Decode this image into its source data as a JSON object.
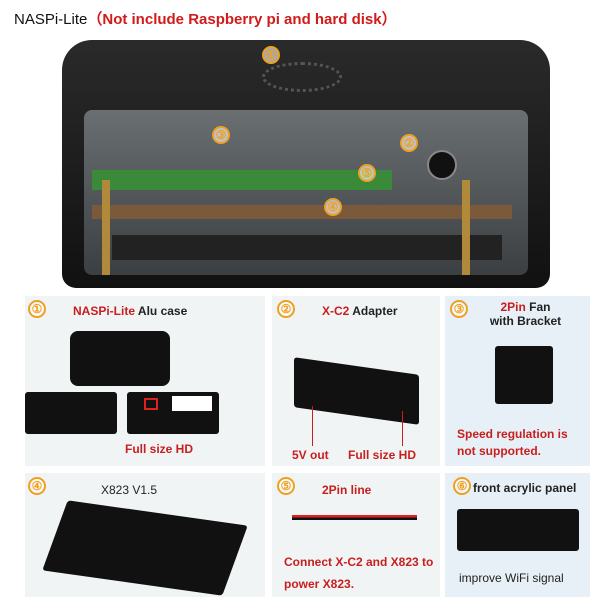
{
  "title": {
    "prefix": "NASPi-Lite",
    "note": "（Not include Raspberry pi and hard disk）"
  },
  "hero": {
    "markers": [
      "①",
      "②",
      "③",
      "④",
      "⑤"
    ]
  },
  "panels": [
    {
      "num": "①",
      "name_red": "NASPi-Lite",
      "name": " Alu case",
      "callout": "Full size HD"
    },
    {
      "num": "②",
      "name_red": "X-C2",
      "name": " Adapter",
      "callouts": [
        "5V out",
        "Full size HD"
      ]
    },
    {
      "num": "③",
      "name_red": "2Pin",
      "name": " Fan",
      "name2": "with Bracket",
      "note": "Speed regulation is not supported."
    },
    {
      "num": "④",
      "name": "X823 V1.5"
    },
    {
      "num": "⑤",
      "name_red": "2Pin line",
      "note": "Connect X-C2 and X823 to power X823."
    },
    {
      "num": "⑥",
      "name": "front acrylic panel",
      "note": "improve WiFi signal"
    }
  ],
  "colors": {
    "accent_red": "#c81e1e",
    "marker_orange": "#f0a020",
    "case_black": "#1a1a1a"
  }
}
